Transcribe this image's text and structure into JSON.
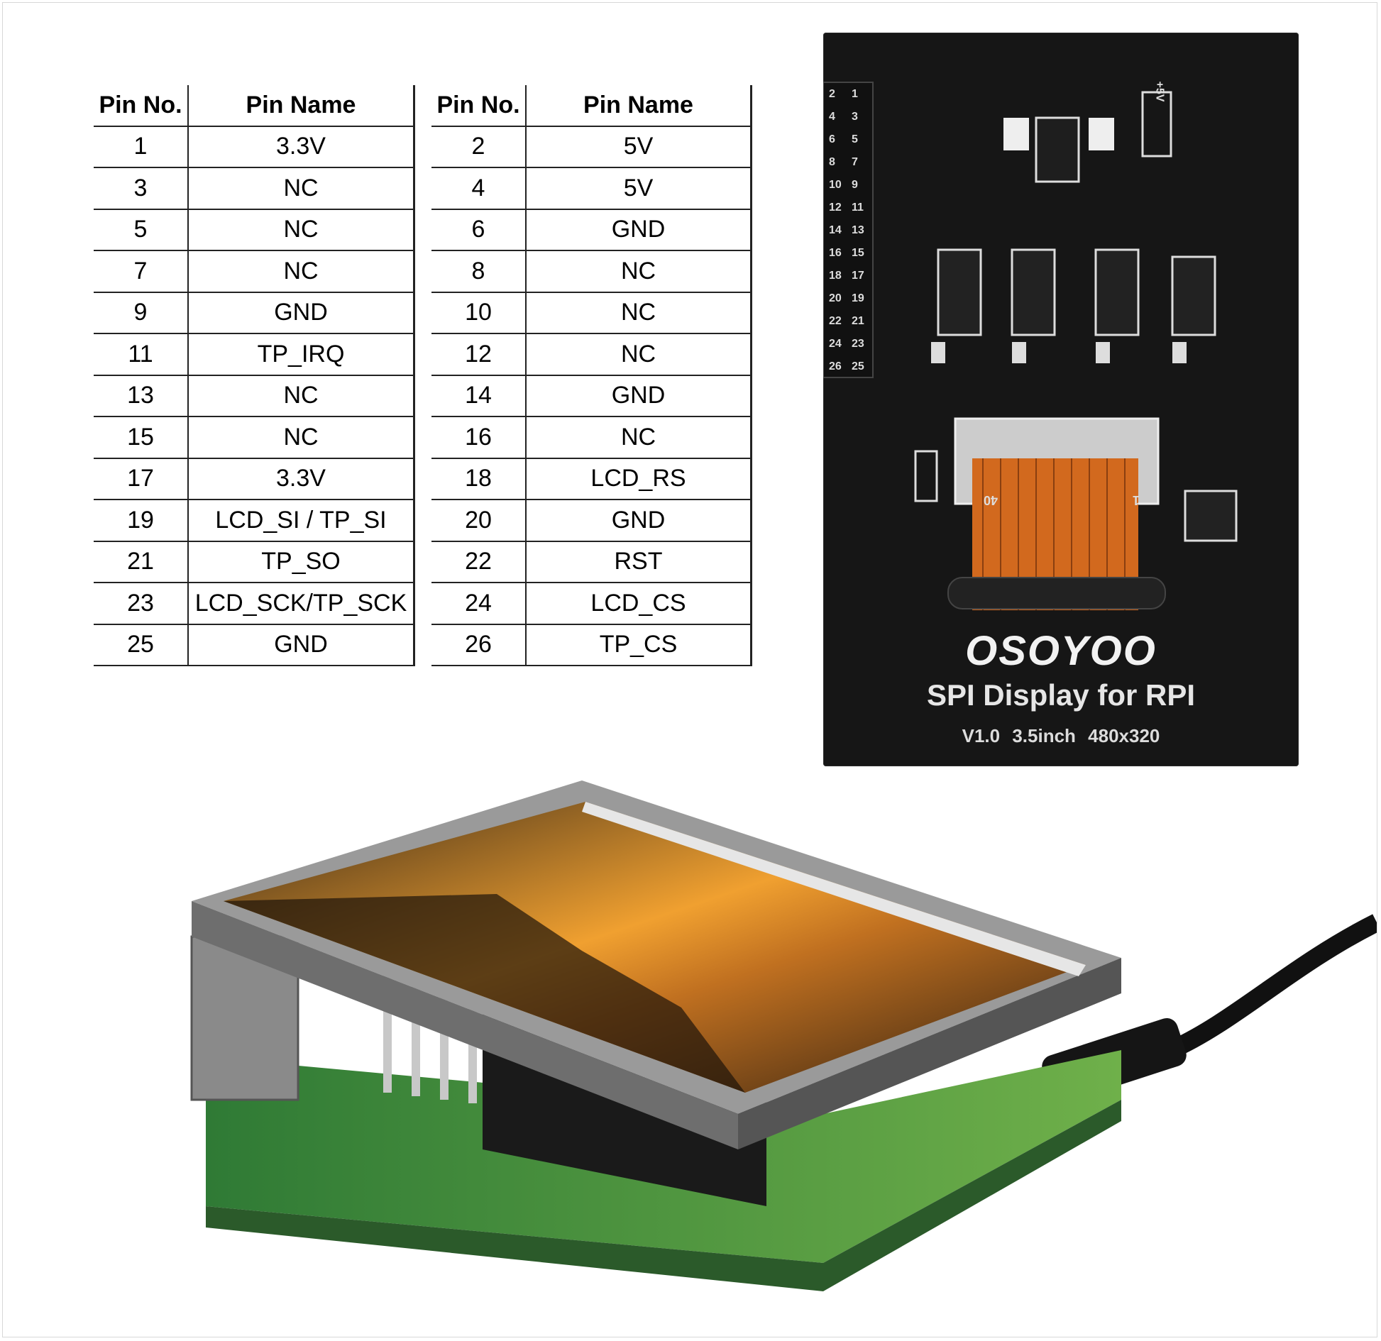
{
  "pin_table": {
    "headers": [
      "Pin No.",
      "Pin Name",
      "Pin No.",
      "Pin Name"
    ],
    "left_rows": [
      {
        "no": "1",
        "name": "3.3V"
      },
      {
        "no": "3",
        "name": "NC"
      },
      {
        "no": "5",
        "name": "NC"
      },
      {
        "no": "7",
        "name": "NC"
      },
      {
        "no": "9",
        "name": "GND"
      },
      {
        "no": "11",
        "name": "TP_IRQ"
      },
      {
        "no": "13",
        "name": "NC"
      },
      {
        "no": "15",
        "name": "NC"
      },
      {
        "no": "17",
        "name": "3.3V"
      },
      {
        "no": "19",
        "name": "LCD_SI / TP_SI"
      },
      {
        "no": "21",
        "name": "TP_SO"
      },
      {
        "no": "23",
        "name": "LCD_SCK/TP_SCK"
      },
      {
        "no": "25",
        "name": "GND"
      }
    ],
    "right_rows": [
      {
        "no": "2",
        "name": "5V"
      },
      {
        "no": "4",
        "name": "5V"
      },
      {
        "no": "6",
        "name": "GND"
      },
      {
        "no": "8",
        "name": "NC"
      },
      {
        "no": "10",
        "name": "NC"
      },
      {
        "no": "12",
        "name": "NC"
      },
      {
        "no": "14",
        "name": "GND"
      },
      {
        "no": "16",
        "name": "NC"
      },
      {
        "no": "18",
        "name": "LCD_RS"
      },
      {
        "no": "20",
        "name": "GND"
      },
      {
        "no": "22",
        "name": "RST"
      },
      {
        "no": "24",
        "name": "LCD_CS"
      },
      {
        "no": "26",
        "name": "TP_CS"
      }
    ]
  },
  "pcb": {
    "brand": "OSOYOO",
    "subtitle": "SPI Display for RPI",
    "version": "V1.0  3.5inch  480x320",
    "voltage_label": "+5V",
    "ribbon_labels": [
      "40",
      "1"
    ],
    "header_numbers_even": [
      "2",
      "4",
      "6",
      "8",
      "10",
      "12",
      "14",
      "16",
      "18",
      "20",
      "22",
      "24",
      "26"
    ],
    "header_numbers_odd": [
      "1",
      "3",
      "5",
      "7",
      "9",
      "11",
      "13",
      "15",
      "17",
      "19",
      "21",
      "23",
      "25"
    ]
  },
  "colors": {
    "pcb": "#161616",
    "ribbon": "#d2691e",
    "raspberry_pi_board": "#3a8a3a",
    "screen_sky": "#f0a030"
  }
}
